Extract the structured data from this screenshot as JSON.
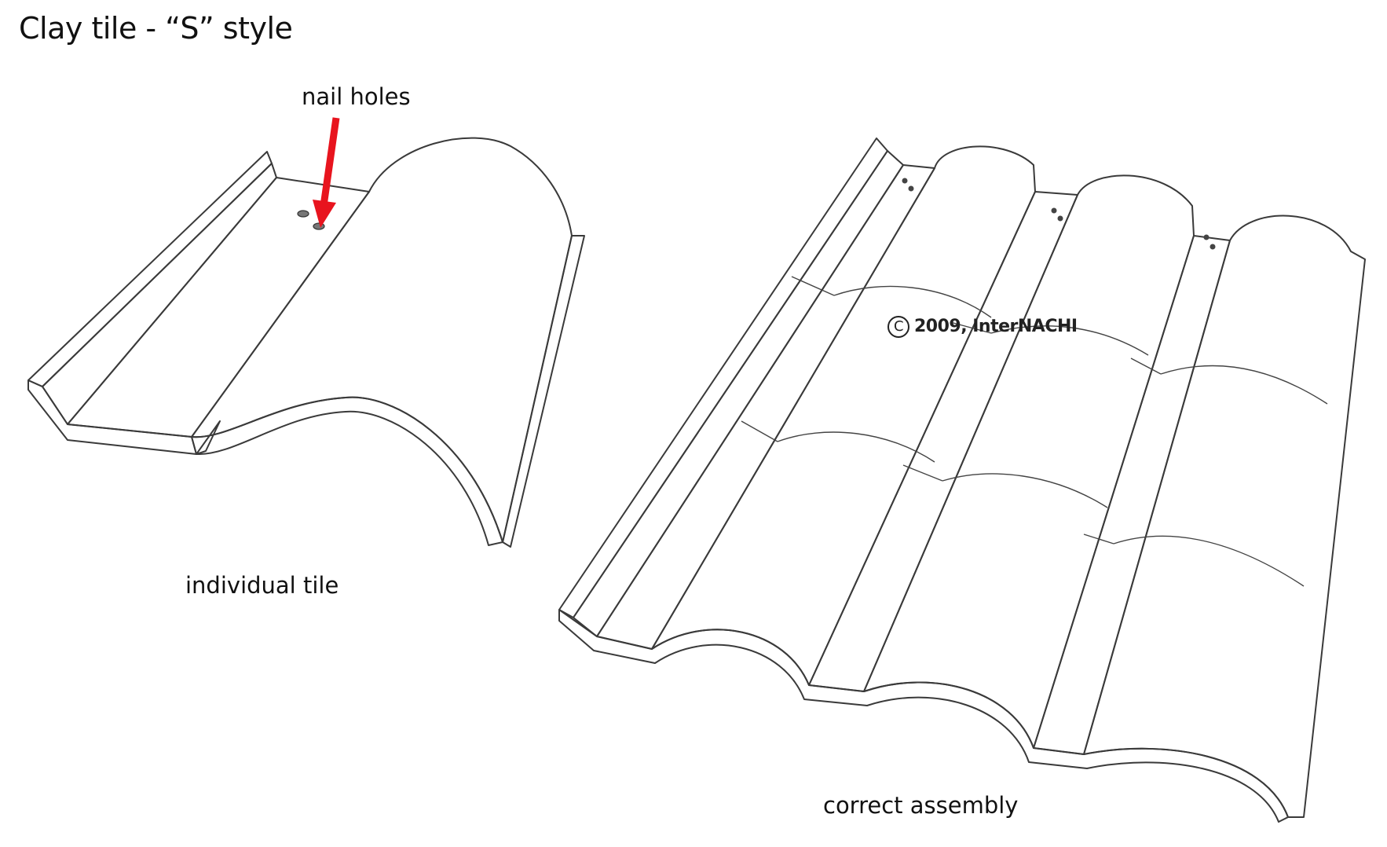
{
  "title": "Clay tile - “S” style",
  "labels": {
    "nail_holes": "nail holes",
    "individual_tile": "individual tile",
    "correct_assembly": "correct assembly"
  },
  "copyright": {
    "symbol": "C",
    "text": "2009, InterNACHI"
  },
  "colors": {
    "arrow": "#e8141e",
    "tile_light": "#f4f4f4",
    "tile_mid": "#d6d6d6",
    "tile_dark": "#9a9a9a",
    "outline": "#3a3a3a"
  }
}
